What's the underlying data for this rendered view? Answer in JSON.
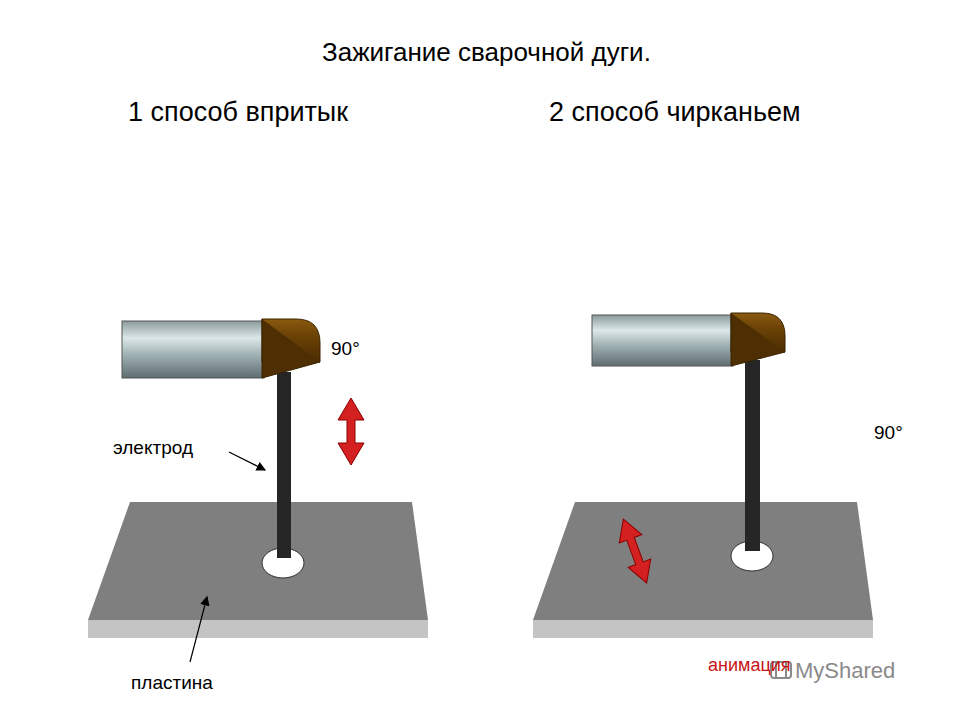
{
  "diagram": {
    "title": "Зажигание сварочной дуги.",
    "labels": [
      "1 способ впритык",
      "2 способ чирканьем",
      "90°",
      "электрод",
      "90°",
      "пластина",
      "анимация",
      "MyShared"
    ]
  }
}
